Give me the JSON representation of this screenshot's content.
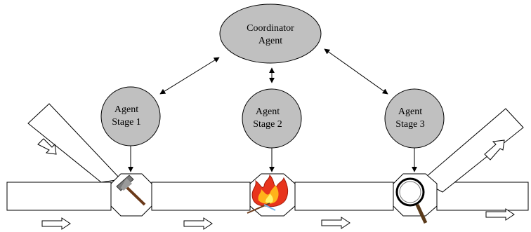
{
  "coordinator": {
    "line1": "Coordinator",
    "line2": "Agent"
  },
  "stages": [
    {
      "line1": "Agent",
      "line2": "Stage 1",
      "icon": "hammer-icon"
    },
    {
      "line1": "Agent",
      "line2": "Stage 2",
      "icon": "fire-torch-icon"
    },
    {
      "line1": "Agent",
      "line2": "Stage 3",
      "icon": "magnifying-glass-icon"
    }
  ],
  "colors": {
    "agent_fill": "#c0c0c0",
    "outline": "#000000",
    "background": "#ffffff"
  }
}
